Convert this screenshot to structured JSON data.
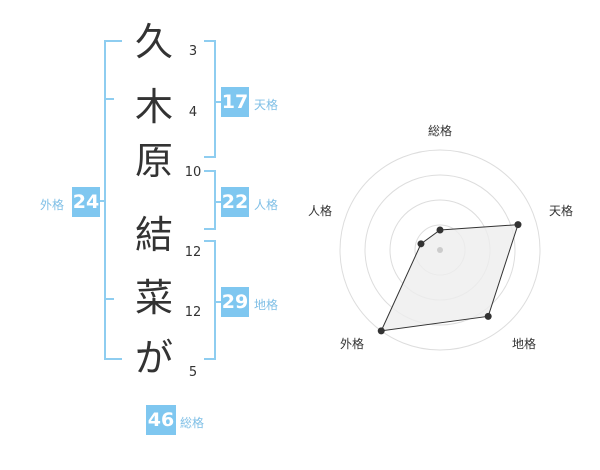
{
  "name": {
    "chars": [
      {
        "char": "久",
        "strokes": "3"
      },
      {
        "char": "木",
        "strokes": "4"
      },
      {
        "char": "原",
        "strokes": "10"
      },
      {
        "char": "結",
        "strokes": "12"
      },
      {
        "char": "菜",
        "strokes": "12"
      },
      {
        "char": "が",
        "strokes": "5"
      }
    ]
  },
  "fortune": {
    "tenkaku": {
      "value": "17",
      "label": "天格"
    },
    "jinkaku": {
      "value": "22",
      "label": "人格"
    },
    "chikaku": {
      "value": "29",
      "label": "地格"
    },
    "gaikaku": {
      "value": "24",
      "label": "外格"
    },
    "soukaku": {
      "value": "46",
      "label": "総格"
    }
  },
  "chart_data": {
    "type": "radar",
    "axes": [
      "総格",
      "天格",
      "地格",
      "外格",
      "人格"
    ],
    "values": [
      0.2,
      0.82,
      0.82,
      1.0,
      0.2
    ],
    "max": 1.0,
    "rings": 4,
    "colors": {
      "fill": "#eeeeee",
      "stroke": "#333333",
      "grid": "#dddddd"
    }
  }
}
